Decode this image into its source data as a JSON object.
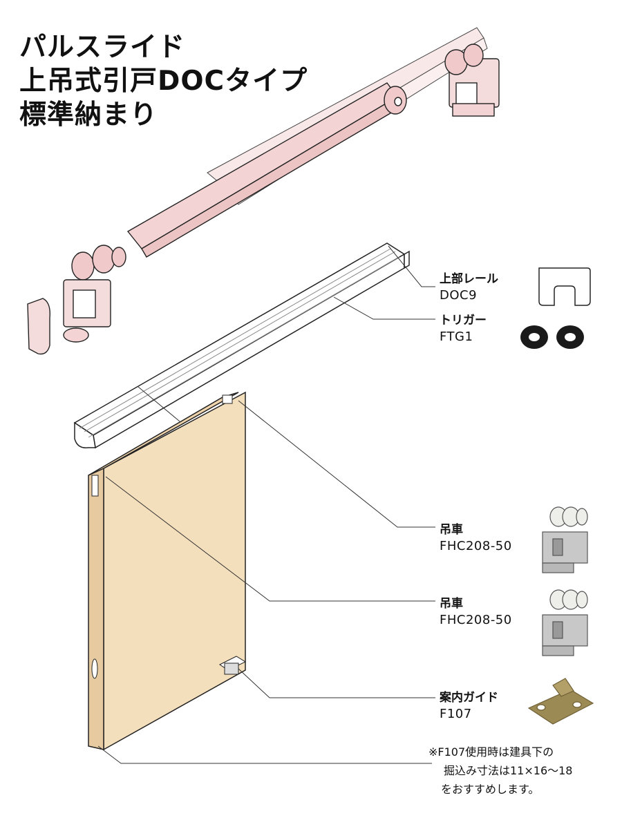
{
  "title": {
    "line1": "パルスライド",
    "line2": "上吊式引戸DOCタイプ",
    "line3": "標準納まり"
  },
  "parts": [
    {
      "name": "上部レール",
      "code": "DOC9"
    },
    {
      "name": "トリガー",
      "code": "FTG1"
    },
    {
      "name": "吊車",
      "code": "FHC208-50"
    },
    {
      "name": "吊車",
      "code": "FHC208-50"
    },
    {
      "name": "案内ガイド",
      "code": "F107"
    }
  ],
  "note": {
    "line1": "※F107使用時は建具下の",
    "line2": "掘込み寸法は11×16〜18",
    "line3": "をおすすめします。"
  },
  "colors": {
    "door_face": "#f4dfbd",
    "door_edge": "#e8caa0",
    "mechanism": "#f5dcdc",
    "guide_bronze": "#9c8a55",
    "trigger": "#1a1a1a",
    "hanger_metal": "#c8c8c8"
  }
}
